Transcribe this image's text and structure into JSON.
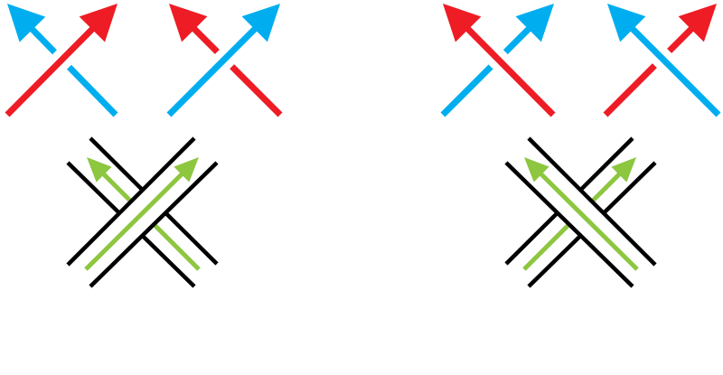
{
  "colors": {
    "red": "#ee1c25",
    "blue": "#00aeef",
    "green": "#8dc63f",
    "black": "#000000",
    "background": "#ffffff"
  },
  "diagram": {
    "panels": [
      {
        "id": "left",
        "top_crossings": [
          {
            "over": "red",
            "under": "blue"
          },
          {
            "over": "blue",
            "under": "red"
          }
        ],
        "band_over": "northeast"
      },
      {
        "id": "right",
        "top_crossings": [
          {
            "over": "red",
            "under": "blue"
          },
          {
            "over": "blue",
            "under": "red"
          }
        ],
        "band_over": "northwest"
      }
    ]
  }
}
